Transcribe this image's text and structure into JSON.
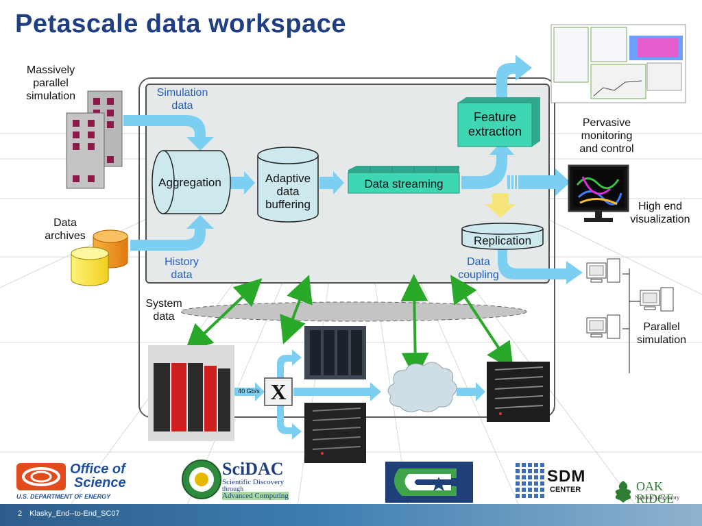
{
  "title": "Petascale data workspace",
  "labels": {
    "massively_parallel_simulation": [
      "Massively",
      "parallel",
      "simulation"
    ],
    "data_archives": [
      "Data",
      "archives"
    ],
    "simulation_data": [
      "Simulation",
      "data"
    ],
    "history_data": [
      "History",
      "data"
    ],
    "system_data": [
      "System",
      "data"
    ],
    "data_coupling": [
      "Data",
      "coupling"
    ],
    "pervasive_monitoring": [
      "Pervasive",
      "monitoring",
      "and control"
    ],
    "high_end_visualization": [
      "High end",
      "visualization"
    ],
    "parallel_simulation": [
      "Parallel",
      "simulation"
    ]
  },
  "nodes": {
    "aggregation": "Aggregation",
    "adaptive_buffering": [
      "Adaptive",
      "data",
      "buffering"
    ],
    "data_streaming": "Data streaming",
    "feature_extraction": [
      "Feature",
      "extraction"
    ],
    "replication": "Replication"
  },
  "network": {
    "bandwidth": "40 Gb/s",
    "switch_symbol": "X"
  },
  "logos": {
    "office_of_science_1": "Office of",
    "office_of_science_2": "Science",
    "doe": "U.S. DEPARTMENT OF ENERGY",
    "scidac": "SciDAC",
    "scidac_sub1": "Scientific Discovery",
    "scidac_sub2": "through",
    "scidac_sub3": "Advanced Computing",
    "sdm_1": "SDM",
    "sdm_2": "CENTER",
    "oak_1": "OAK",
    "oak_2": "RIDGE",
    "oak_3": "National Laboratory"
  },
  "footer": {
    "slide_number": "2",
    "text": "Klasky_End--to-End_SC07"
  },
  "colors": {
    "title": "#1f3f82",
    "arrow": "#7ccff0",
    "teal": "#3fd6b4",
    "cylinder": "#cde9ee",
    "green_arrow": "#2aa82a",
    "yellow_arrow": "#f4e47a"
  }
}
